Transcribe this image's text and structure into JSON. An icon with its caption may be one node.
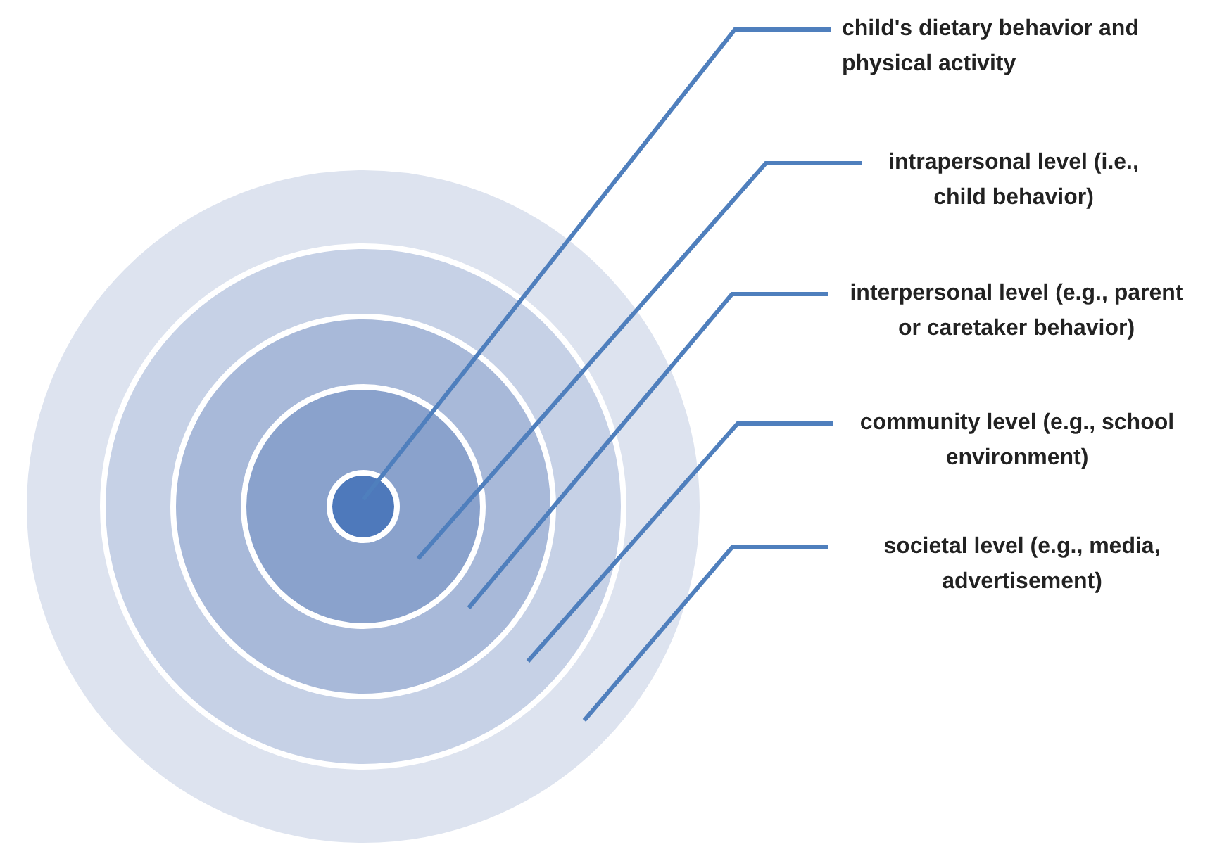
{
  "diagram": {
    "nodes": [
      {
        "text": [
          "child's dietary behavior and physical activity"
        ]
      },
      {
        "text": [
          "intrapersonal level (i.e., child behavior)"
        ]
      },
      {
        "text": [
          "interpersonal level (e.g., parent or caretaker behavior)"
        ]
      },
      {
        "text": [
          "community level (e.g., school environment)"
        ]
      },
      {
        "text": [
          "societal level (e.g., media, advertisement)"
        ]
      },
      {
        "text": [],
        "shape": "circle"
      },
      {
        "text": [],
        "shape": "circle",
        "in": 5
      },
      {
        "text": [],
        "shape": "circle",
        "in": 6
      },
      {
        "text": [],
        "shape": "circle",
        "in": 7
      },
      {
        "text": [],
        "shape": "circle",
        "in": 8
      }
    ],
    "edges": [
      {
        "from": 0,
        "to": 9,
        "arrow": "none"
      },
      {
        "from": 1,
        "to": 8,
        "arrow": "none"
      },
      {
        "from": 2,
        "to": 7,
        "arrow": "none"
      },
      {
        "from": 3,
        "to": 6,
        "arrow": "none"
      },
      {
        "from": 4,
        "to": 5,
        "arrow": "none"
      }
    ]
  }
}
